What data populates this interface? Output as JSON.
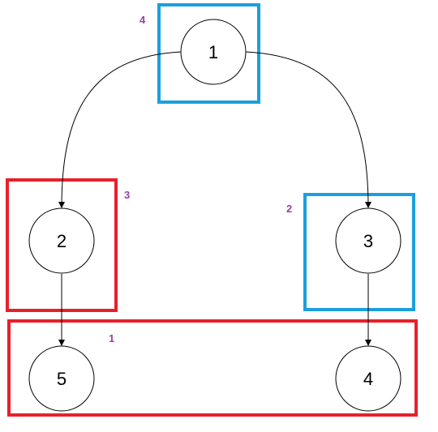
{
  "diagram": {
    "colors": {
      "red_box": "#e8202a",
      "blue_box": "#1aa0dc",
      "box_label": "#9b3fa3",
      "edge": "#000000"
    },
    "nodes": [
      {
        "id": "n1",
        "label": "1"
      },
      {
        "id": "n2",
        "label": "2"
      },
      {
        "id": "n3",
        "label": "3"
      },
      {
        "id": "n4",
        "label": "4"
      },
      {
        "id": "n5",
        "label": "5"
      }
    ],
    "edges": [
      {
        "from": "1",
        "to": "2"
      },
      {
        "from": "1",
        "to": "3"
      },
      {
        "from": "2",
        "to": "5"
      },
      {
        "from": "3",
        "to": "4"
      }
    ],
    "groups": [
      {
        "label": "4",
        "color": "blue",
        "members": [
          "1"
        ]
      },
      {
        "label": "3",
        "color": "red",
        "members": [
          "2"
        ]
      },
      {
        "label": "2",
        "color": "blue",
        "members": [
          "3"
        ]
      },
      {
        "label": "1",
        "color": "red",
        "members": [
          "5",
          "4"
        ]
      }
    ]
  }
}
